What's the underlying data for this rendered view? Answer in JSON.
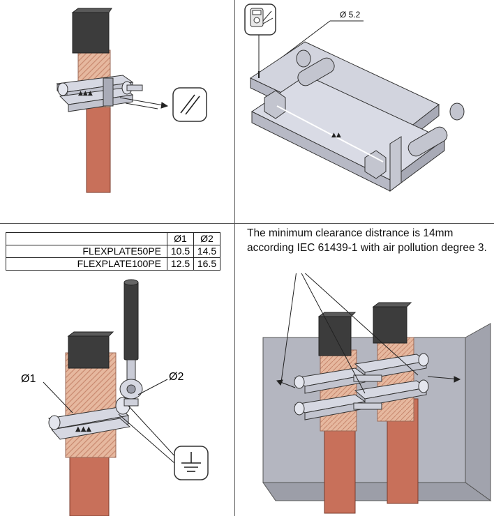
{
  "top_right": {
    "dimension_label": "Ø 5.2"
  },
  "bottom_left": {
    "table": {
      "headers": [
        "",
        "Ø1",
        "Ø2"
      ],
      "rows": [
        [
          "FLEXPLATE50PE",
          "10.5",
          "14.5"
        ],
        [
          "FLEXPLATE100PE",
          "12.5",
          "16.5"
        ]
      ]
    },
    "label_d1": "Ø1",
    "label_d2": "Ø2"
  },
  "bottom_right": {
    "note": "The minimum clearance distrance is 14mm according IEC 61439-1 with air pollution degree 3."
  },
  "colors": {
    "copper": "#c8705a",
    "braid": "#e3b49a",
    "steel": "#c9cbd6",
    "insulation": "#3c3c3c",
    "enclosure": "#b4b6c0"
  },
  "icons": [
    "parallel-symbol-icon",
    "multimeter-icon",
    "earth-ground-icon"
  ]
}
